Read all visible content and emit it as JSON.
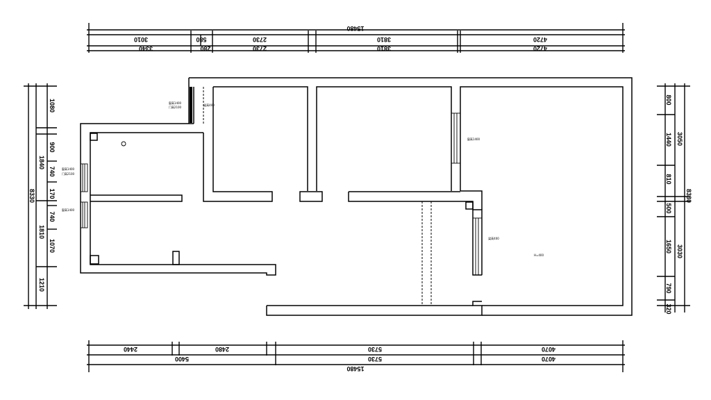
{
  "dimensions": {
    "top_total": "15480",
    "top_row1": [
      "3010",
      "580",
      "2730",
      "3810",
      "4720"
    ],
    "top_row2": [
      "3340",
      "280",
      "2730",
      "3810",
      "4720"
    ],
    "bottom_row1": [
      "2440",
      "2480",
      "5730",
      "4070"
    ],
    "bottom_row2": [
      "5400",
      "5730",
      "4070"
    ],
    "bottom_total": "15480",
    "left_total": "8330",
    "left_col": [
      "1080",
      "900",
      "740",
      "170",
      "740",
      "1070",
      "1210"
    ],
    "left_col2": [
      "1840",
      "1810"
    ],
    "right_total": "8330",
    "right_group1": "3050",
    "right_group2": "3030",
    "right_col": [
      "800",
      "1440",
      "810",
      "500",
      "1650",
      "790",
      "320"
    ]
  },
  "labels": {
    "window_a": "窗高1400",
    "window_b": "窗高1400",
    "window_c": "窗高1400",
    "window_d": "窗高1400",
    "door_a": "门高2100",
    "door_b": "门高2100",
    "beam_a": "梁高400",
    "beam_b": "梁高400",
    "room_a": "H=400"
  }
}
